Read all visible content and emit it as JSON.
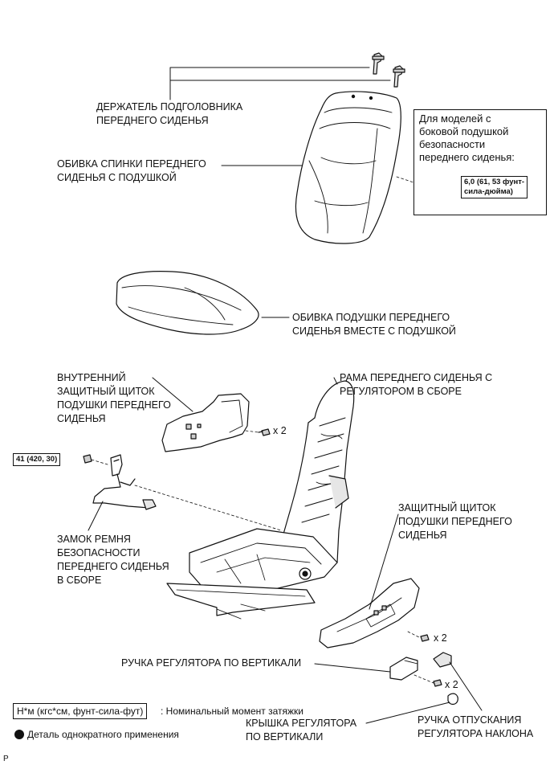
{
  "labels": {
    "headrest_holder": "ДЕРЖАТЕЛЬ ПОДГОЛОВНИКА\nПЕРЕДНЕГО СИДЕНЬЯ",
    "seatback_cover": "ОБИВКА СПИНКИ ПЕРЕДНЕГО\nСИДЕНЬЯ С ПОДУШКОЙ",
    "cushion_cover": "ОБИВКА ПОДУШКИ ПЕРЕДНЕГО\nСИДЕНЬЯ ВМЕСТЕ С ПОДУШКОЙ",
    "inner_shield": "ВНУТРЕННИЙ\nЗАЩИТНЫЙ ЩИТОК\nПОДУШКИ ПЕРЕДНЕГО\nСИДЕНЬЯ",
    "seat_frame": "РАМА ПЕРЕДНЕГО СИДЕНЬЯ С\nРЕГУЛЯТОРОМ В СБОРЕ",
    "buckle": "ЗАМОК РЕМНЯ\nБЕЗОПАСНОСТИ\nПЕРЕДНЕГО СИДЕНЬЯ\nВ СБОРЕ",
    "outer_shield": "ЗАЩИТНЫЙ ЩИТОК\nПОДУШКИ ПЕРЕДНЕГО\nСИДЕНЬЯ",
    "vertical_knob": "РУЧКА РЕГУЛЯТОРА ПО ВЕРТИКАЛИ",
    "vertical_cover": "КРЫШКА РЕГУЛЯТОРА\nПО ВЕРТИКАЛИ",
    "recline_knob": "РУЧКА ОТПУСКАНИЯ\nРЕГУЛЯТОРА НАКЛОНА"
  },
  "airbag_note": {
    "text": "Для моделей с\nбоковой подушкой\nбезопасности\nпереднего сиденья:",
    "torque": "6,0 (61, 53 фунт-\nсила-дюйма)"
  },
  "torque_buckle": "41 (420, 30)",
  "multipliers": {
    "inner_shield": "x 2",
    "outer_shield": "x 2",
    "vertical_knob": "x 2"
  },
  "legend": {
    "unit_box": "Н*м (кгс*см, фунт-сила-фут)",
    "unit_text": ": Номинальный момент затяжки",
    "single_use": "Деталь однократного применения"
  },
  "corner_mark": "P"
}
